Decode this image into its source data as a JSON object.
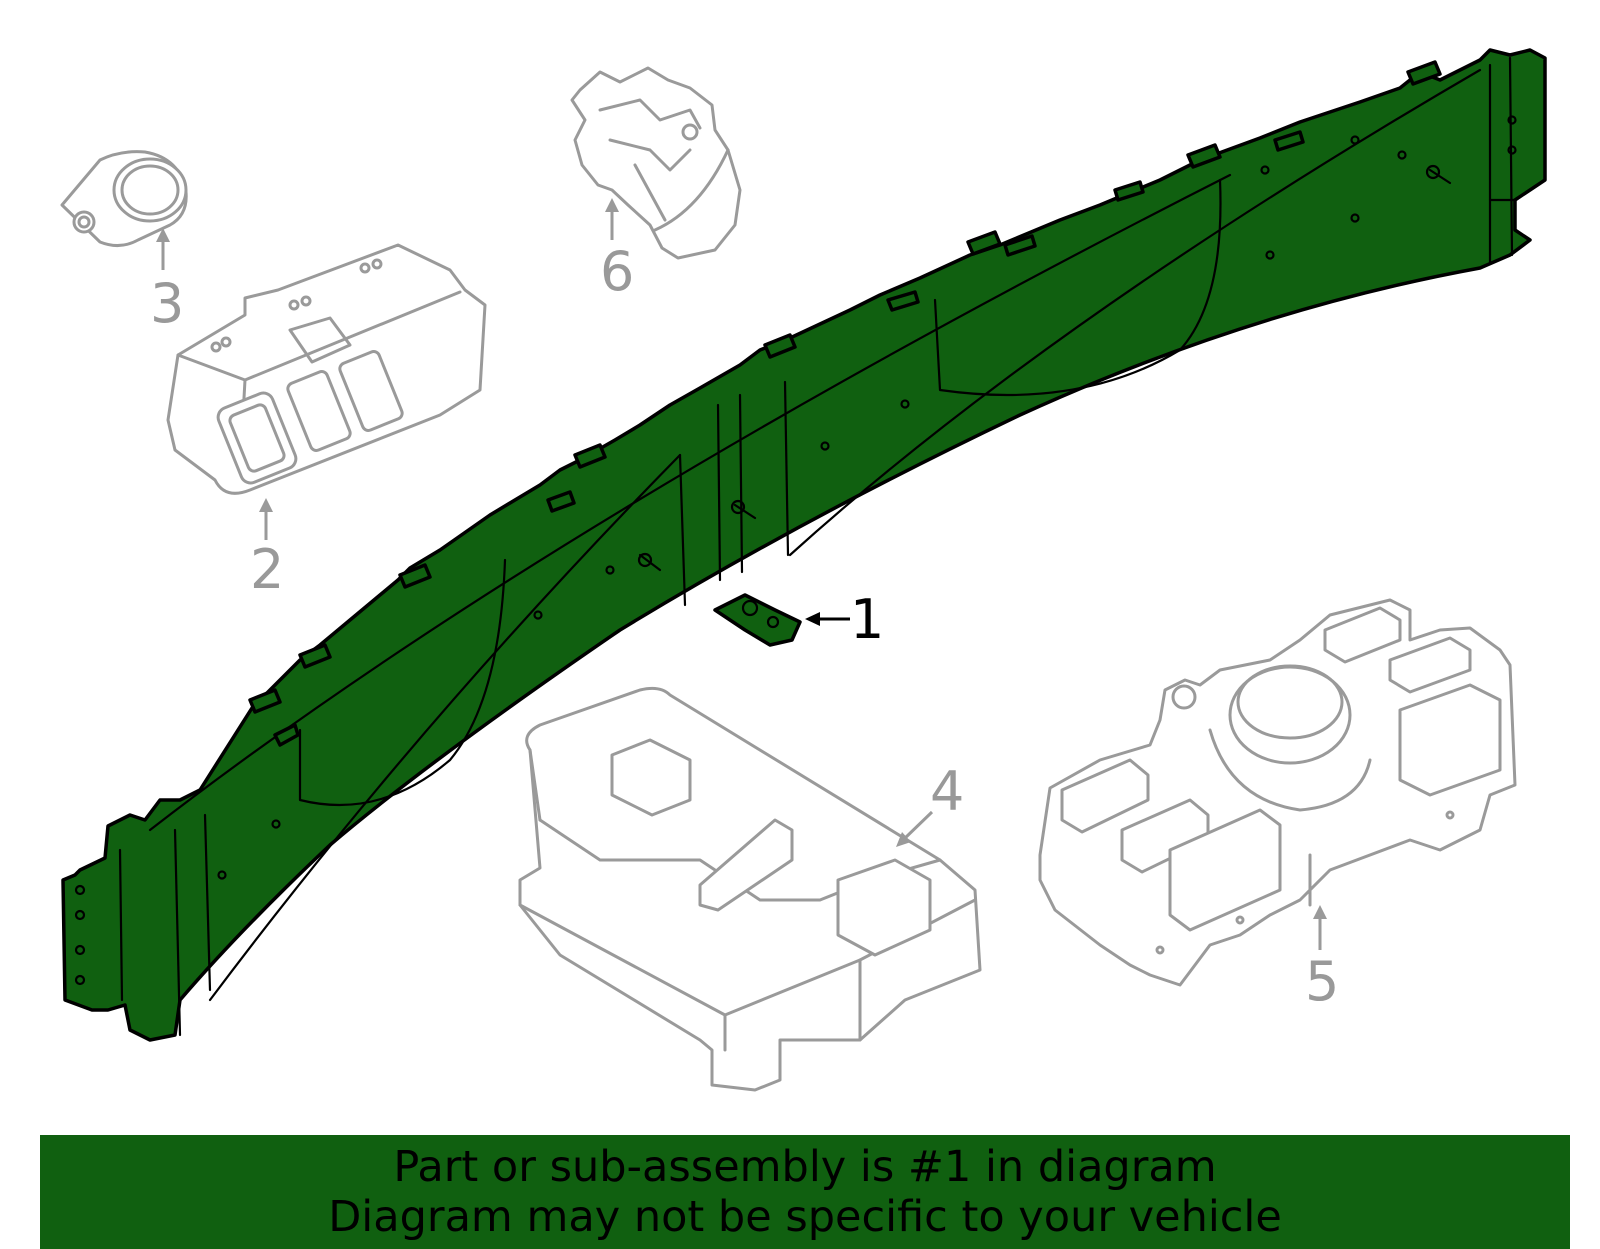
{
  "callouts": [
    {
      "id": "1",
      "label": "1",
      "highlighted": true
    },
    {
      "id": "2",
      "label": "2",
      "highlighted": false
    },
    {
      "id": "3",
      "label": "3",
      "highlighted": false
    },
    {
      "id": "4",
      "label": "4",
      "highlighted": false
    },
    {
      "id": "5",
      "label": "5",
      "highlighted": false
    },
    {
      "id": "6",
      "label": "6",
      "highlighted": false
    }
  ],
  "banner": {
    "line1": "Part or sub-assembly is #1 in diagram",
    "line2": "Diagram may not be specific to your vehicle"
  },
  "colors": {
    "highlight": "#106010",
    "ghost_outline": "#9a9a9a",
    "background": "#ffffff"
  }
}
